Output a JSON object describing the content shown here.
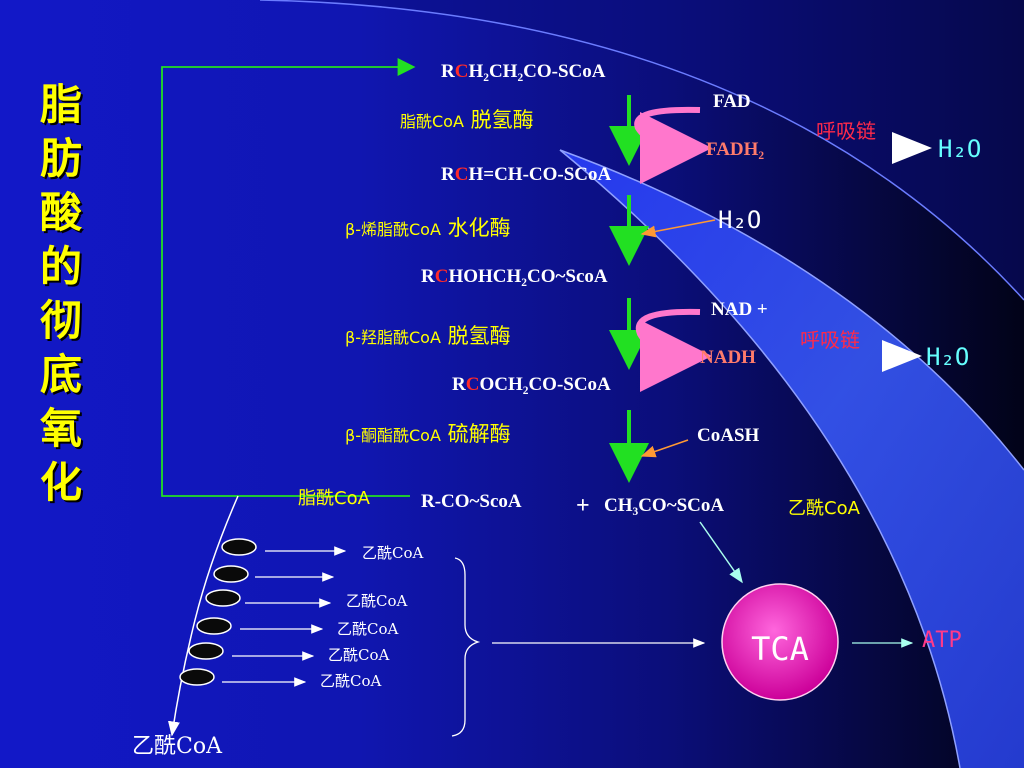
{
  "title": [
    "脂",
    "肪",
    "酸",
    "的",
    "彻",
    "底",
    "氧",
    "化"
  ],
  "compounds": {
    "c1": {
      "pre": "R",
      "red": "C",
      "text": "H₂CH₂CO-SCoA"
    },
    "c2": {
      "pre": "R",
      "red": "C",
      "text": "H=CH-CO-SCoA"
    },
    "c3": {
      "pre": "R",
      "red": "C",
      "text": "HOHCH₂CO~ScoA"
    },
    "c4": {
      "pre": "R",
      "red": "C",
      "text": "OCH₂CO-SCoA"
    },
    "c5": "R-CO~ScoA",
    "plus": "+",
    "c6": "CH₃CO~SCoA"
  },
  "enzymes": {
    "e1": {
      "prefix": "脂酰CoA",
      "name": "脱氢酶"
    },
    "e2": {
      "prefix": "β-烯脂酰CoA",
      "name": "水化酶"
    },
    "e3": {
      "prefix": "β-羟脂酰CoA",
      "name": "脱氢酶"
    },
    "e4": {
      "prefix": "β-酮酯酰CoA",
      "name": "硫解酶"
    }
  },
  "cofactors": {
    "fad": "FAD",
    "fadh2": "FADH₂",
    "h2o_in": "H₂O",
    "nad": "NAD +",
    "nadh": "NADH",
    "coash": "CoASH"
  },
  "resp_chain": [
    "呼吸链",
    "呼吸链"
  ],
  "water_out": [
    "H₂O",
    "H₂O"
  ],
  "acyl_coa_label": "脂酰CoA",
  "acetyl_coa_label": "乙酰CoA",
  "acetyl_list": [
    "乙酰CoA",
    "乙酰CoA",
    "乙酰CoA",
    "乙酰CoA",
    "乙酰CoA"
  ],
  "tca": "TCA",
  "atp": "ATP",
  "bottom_acetyl": "乙酰CoA",
  "colors": {
    "enzyme": "#ffff00",
    "water": "#66ffff",
    "resp": "#ff2a4a",
    "arrow_green": "#22e022",
    "tca_fill": "#ff33cc",
    "atp": "#ff3a8a"
  }
}
